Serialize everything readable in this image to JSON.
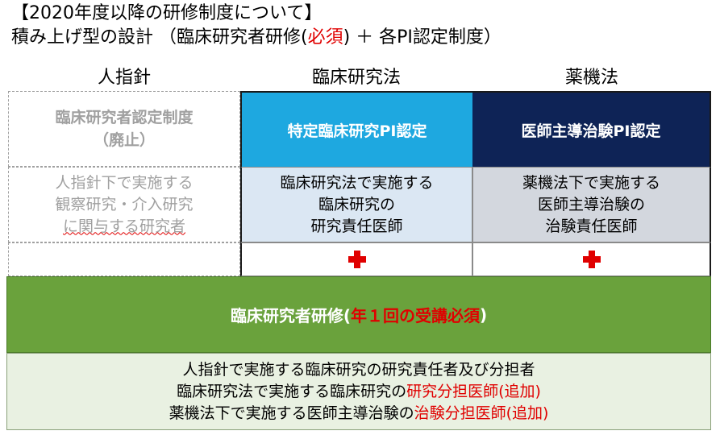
{
  "header": {
    "line1": "【2020年度以降の研修制度について】",
    "line2_pre": "積み上げ型の設計 （臨床研究者研修(",
    "line2_required": "必須",
    "line2_post": ") ＋ 各PI認定制度）"
  },
  "columns": {
    "col1": "人指針",
    "col2": "臨床研究法",
    "col3": "薬機法"
  },
  "row1": {
    "col1_line1": "臨床研究者認定制度",
    "col1_line2": "（廃止）",
    "col2": "特定臨床研究PI認定",
    "col3": "医師主導治験PI認定"
  },
  "row2": {
    "col1": [
      "人指針下で実施する",
      "観察研究・介入研究",
      "に関与する研究者"
    ],
    "col2": [
      "臨床研究法で実施する",
      "臨床研究の",
      "研究責任医師"
    ],
    "col3": [
      "薬機法下で実施する",
      "医師主導治験の",
      "治験責任医師"
    ]
  },
  "plus_icon_name": "red-plus-icon",
  "training": {
    "label": "臨床研究者研修(",
    "accent": "年１回の受講必須",
    "close": ")"
  },
  "scope": {
    "line1": "人指針で実施する臨床研究の研究責任者及び分担者",
    "line2_pre": "臨床研究法で実施する臨床研究の",
    "line2_red": "研究分担医師(追加)",
    "line3_pre": "薬機法下で実施する医師主導治験の",
    "line3_red": "治験分担医師(追加)"
  },
  "colors": {
    "accent_red": "#e00000",
    "cyan": "#1ea8e0",
    "navy": "#0e2356",
    "green": "#6aa23c"
  }
}
